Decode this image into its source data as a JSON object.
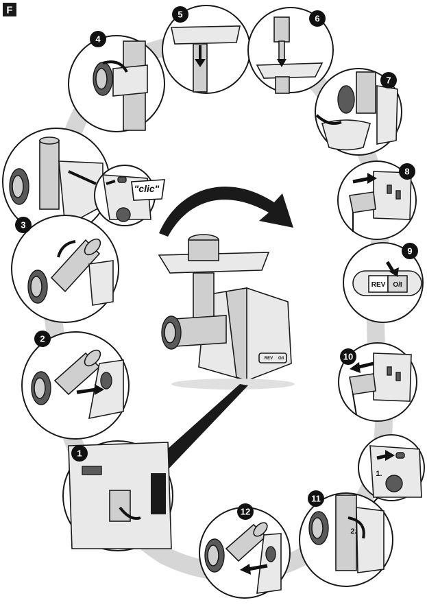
{
  "figure_label": "F",
  "steps": [
    {
      "id": "1",
      "label": "1"
    },
    {
      "id": "2",
      "label": "2"
    },
    {
      "id": "3",
      "label": "3"
    },
    {
      "id": "4",
      "label": "4"
    },
    {
      "id": "5",
      "label": "5"
    },
    {
      "id": "6",
      "label": "6"
    },
    {
      "id": "7",
      "label": "7"
    },
    {
      "id": "8",
      "label": "8"
    },
    {
      "id": "9",
      "label": "9"
    },
    {
      "id": "10",
      "label": "10"
    },
    {
      "id": "11",
      "label": "11"
    },
    {
      "id": "12",
      "label": "12"
    }
  ],
  "annotations": {
    "clic": "\"clic\"",
    "rev": "REV",
    "onoff": "O/I",
    "substep_1": "1.",
    "substep_2": "2."
  }
}
